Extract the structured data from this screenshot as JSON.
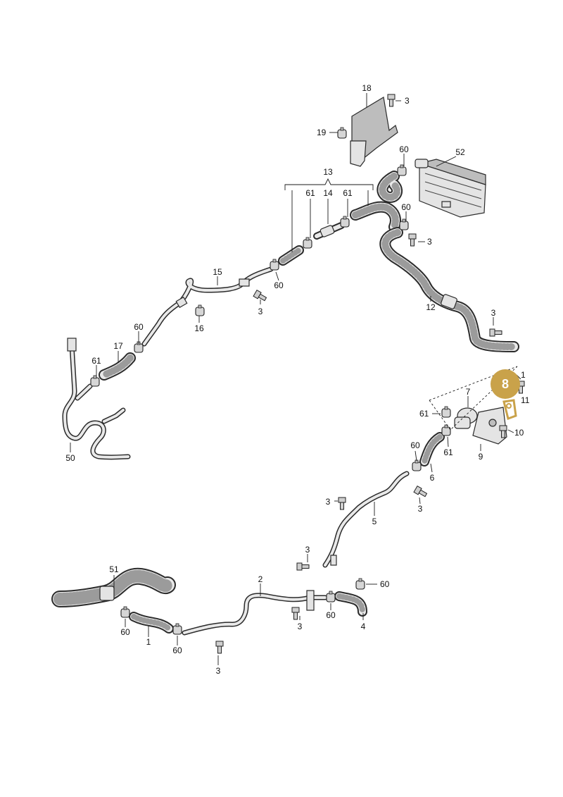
{
  "highlight": {
    "label": "8",
    "color": "#c9a24a"
  },
  "callouts": {
    "c18": "18",
    "c3a": "3",
    "c19": "19",
    "c52": "52",
    "c60a": "60",
    "c13": "13",
    "c61a": "61",
    "c14": "14",
    "c61b": "61",
    "c60b": "60",
    "c3b": "3",
    "c15": "15",
    "c60c": "60",
    "c3c": "3",
    "c16": "16",
    "c12": "12",
    "c3d": "3",
    "c60d": "60",
    "c17": "17",
    "c61c": "61",
    "c50": "50",
    "c1a": "1",
    "c7": "7",
    "c61d": "61",
    "c11": "11",
    "c10": "10",
    "c9": "9",
    "c60e": "60",
    "c61e": "61",
    "c6": "6",
    "c3e": "3",
    "c3f": "3",
    "c5": "5",
    "c3g": "3",
    "c51": "51",
    "c2": "2",
    "c60f": "60",
    "c60g": "60",
    "c3h": "3",
    "c4": "4",
    "c60h": "60",
    "c1b": "1",
    "c60i": "60",
    "c3i": "3"
  }
}
